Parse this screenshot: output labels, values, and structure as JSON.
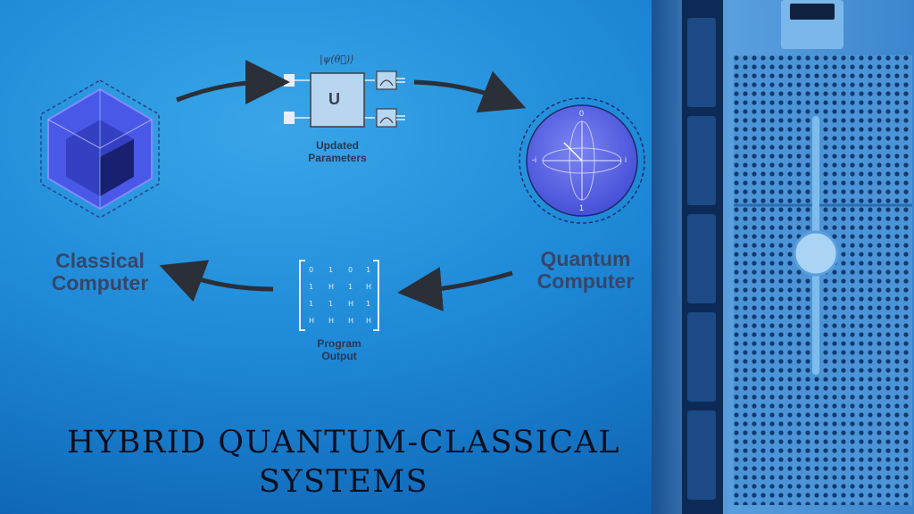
{
  "diagram": {
    "classical_computer_label": [
      "Classical",
      "Computer"
    ],
    "quantum_computer_label": [
      "Quantum",
      "Computer"
    ],
    "updated_parameters_label": [
      "Updated",
      "Parameters"
    ],
    "program_output_label": [
      "Program",
      "Output"
    ],
    "circuit_state_label": "|ψ(θ⃗)⟩",
    "unitary_gate_label": "U",
    "bloch_labels": {
      "top": "0",
      "bottom": "1",
      "left": "-i",
      "right": "i"
    }
  },
  "title_lines": [
    "HYBRID QUANTUM-CLASSICAL",
    "SYSTEMS"
  ],
  "colors": {
    "background": "#1e8ad8",
    "arrow": "#2b2f38",
    "hexagon": "#4a58e8",
    "sphere": "#5560e6",
    "title": "#0a0f1e"
  }
}
